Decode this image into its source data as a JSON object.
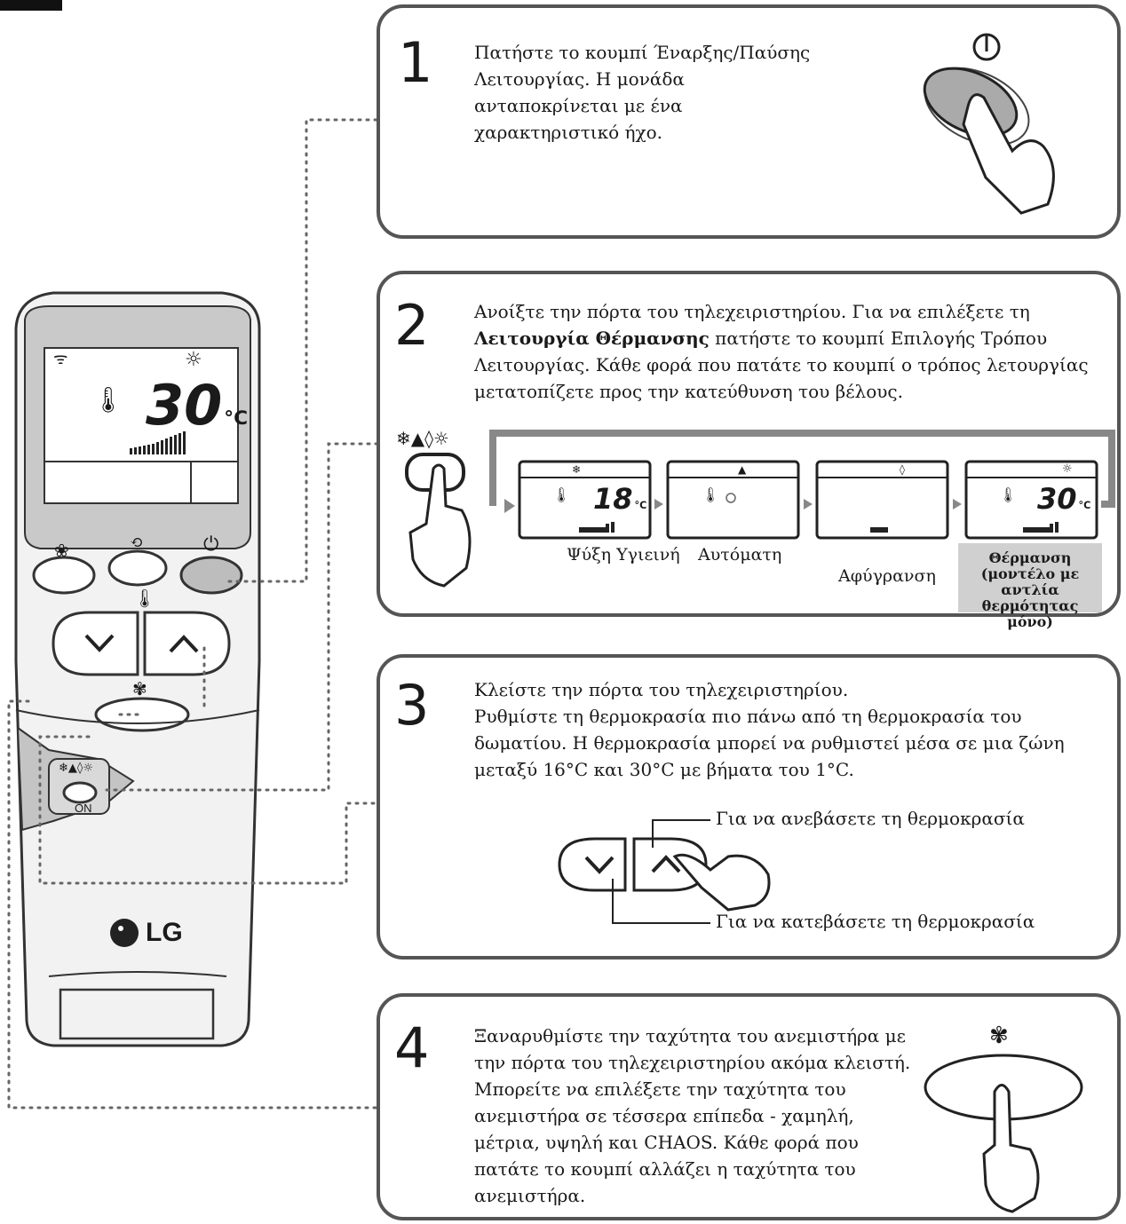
{
  "remote": {
    "display_temp": "30",
    "display_unit": "°C",
    "on_label": "ON",
    "brand": "LG"
  },
  "steps": [
    {
      "number": "1",
      "lines": [
        "Πατήστε το κουμπί Έναρξης/Παύσης",
        "Λειτουργίας. Η μονάδα",
        "ανταποκρίνεται με ένα",
        "χαρακτηριστικό ήχο."
      ]
    },
    {
      "number": "2",
      "line1": "Ανοίξτε την πόρτα του τηλεχειριστηρίου. Για να επιλέξετε τη",
      "line2_bold": "Λειτουργία Θέρμανσης",
      "line2_rest": " πατήστε το κουμπί Επιλογής Τρόπου",
      "line3": "Λειτουργίας. Κάθε φορά που πατάτε το κουμπί ο τρόπος λετουργίας",
      "line4": "μετατοπίζετε προς την κατεύθυνση του βέλους.",
      "modes": {
        "cool_temp": "18",
        "heat_temp": "30",
        "unit": "°C",
        "cool_label": "Ψύξη Υγιεινή",
        "auto_label": "Αυτόματη",
        "dry_label": "Αφύγρανση",
        "heat_label_1": "Θέρμανση",
        "heat_label_2": "(μοντέλο με αντλία",
        "heat_label_3": "θερμότητας μόνο)"
      }
    },
    {
      "number": "3",
      "lines": [
        "Κλείστε την πόρτα του τηλεχειριστηρίου.",
        "Ρυθμίστε τη θερμοκρασία πιο πάνω από τη θερμοκρασία του",
        "δωματίου. Η θερμοκρασία μπορεί να ρυθμιστεί μέσα σε μια ζώνη",
        "μεταξύ 16°C και 30°C με βήματα του 1°C."
      ],
      "up_label": "Για να ανεβάσετε τη θερμοκρασία",
      "down_label": "Για να κατεβάσετε τη θερμοκρασία"
    },
    {
      "number": "4",
      "lines": [
        "Ξαναρυθμίστε την ταχύτητα του ανεμιστήρα με",
        "την πόρτα του τηλεχειριστηρίου ακόμα κλειστή.",
        "Μπορείτε να επιλέξετε την ταχύτητα του",
        "ανεμιστήρα σε τέσσερα επίπεδα - χαμηλή,",
        "μέτρια, υψηλή και CHAOS. Κάθε φορά που",
        "πατάτε το κουμπί αλλάζει η ταχύτητα του",
        "ανεμιστήρα."
      ]
    }
  ],
  "icons": [
    "power-icon",
    "thermometer-icon",
    "fan-icon",
    "wifi-signal-icon",
    "sun-icon",
    "snowflake-icon",
    "drop-icon",
    "hand-pointer-icon"
  ]
}
